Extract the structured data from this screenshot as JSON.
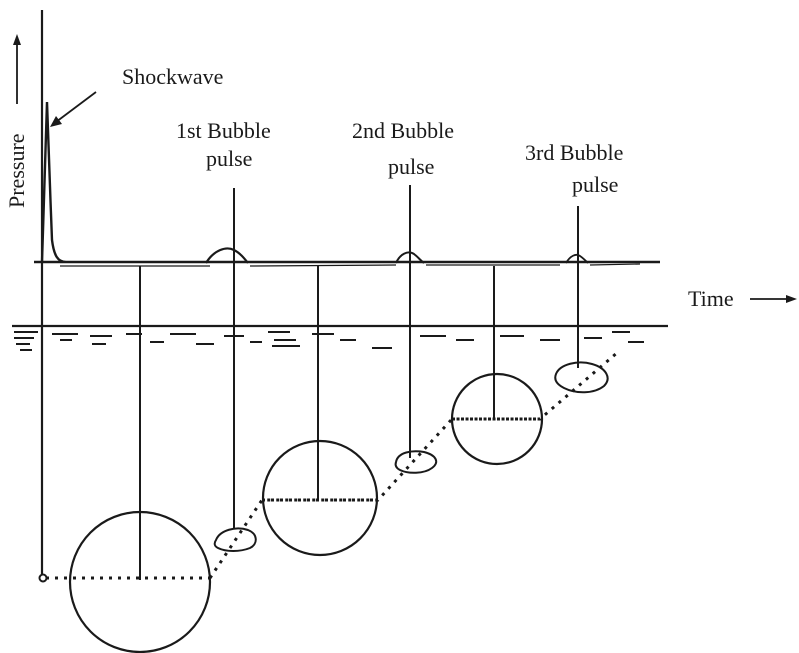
{
  "labels": {
    "pressure": "Pressure",
    "time": "Time",
    "shockwave": "Shockwave",
    "pulse1_line1": "1st Bubble",
    "pulse1_line2": "pulse",
    "pulse2_line1": "2nd Bubble",
    "pulse2_line2": "pulse",
    "pulse3_line1": "3rd Bubble",
    "pulse3_line2": "pulse"
  },
  "colors": {
    "ink": "#1a1a1a",
    "background": "#ffffff"
  }
}
